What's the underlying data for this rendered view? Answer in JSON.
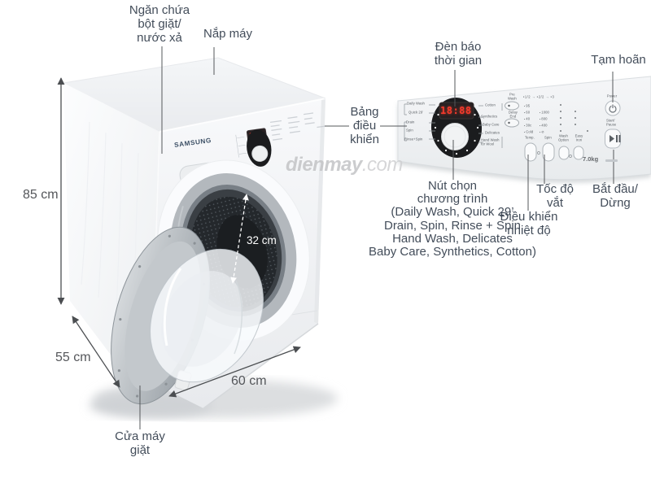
{
  "watermark": {
    "bold": "dienmay",
    "rest": ".com"
  },
  "labels": {
    "detergent_drawer": "Ngăn chứa\nbột giặt/\nnước xả",
    "lid": "Nắp máy",
    "time_display": "Đèn báo\nthời gian",
    "pause": "Tạm hoãn",
    "control_panel": "Bảng\nđiều\nkhiển",
    "program_selector": "Nút chọn\nchương trình\n(Daily Wash, Quick 29’\nDrain, Spin, Rinse + Spin\nHand Wash, Delicates\nBaby Care, Synthetics, Cotton)",
    "temp_control": "Điều khiển\nnhiệt độ",
    "spin_speed": "Tốc độ\nvắt",
    "start_stop": "Bắt đầu/\nDừng",
    "door": "Cửa máy\ngiặt"
  },
  "dimensions": {
    "height": "85 cm",
    "depth": "55 cm",
    "width": "60 cm",
    "drum": "32 cm"
  },
  "machine": {
    "brand": "SAMSUNG"
  },
  "panel": {
    "display": "18:88",
    "capacity": "7.0kg",
    "led_progress": "▪1/2 → ▪2/2 → ▪3",
    "programs_left": [
      "Daily Wash",
      "Quick 29’",
      "Drain",
      "Spin",
      "Rinse+Spin"
    ],
    "programs_right": [
      "Cotton",
      "Synthetics",
      "Baby Care",
      "Delicates",
      "Hand Wash\nfor Wool"
    ],
    "temps": [
      "95",
      "60",
      "40",
      "30c",
      "Cold"
    ],
    "spins": [
      "1000",
      "800",
      "400"
    ],
    "buttons": {
      "pre_wash": "Pre\nWash",
      "delay_end": "Delay\nEnd",
      "temp": "Temp.",
      "spin": "Spin",
      "wash_option": "Wash\nOption",
      "easy_iron": "Easy\nIron",
      "power": "Power",
      "start_pause": "Start/\nPause"
    }
  },
  "icons": {
    "no_spin": "⊘"
  },
  "colors": {
    "label_text": "#434d5a",
    "lcd_red": "#f5392c",
    "watermark_gray": "#c3c4c6"
  }
}
